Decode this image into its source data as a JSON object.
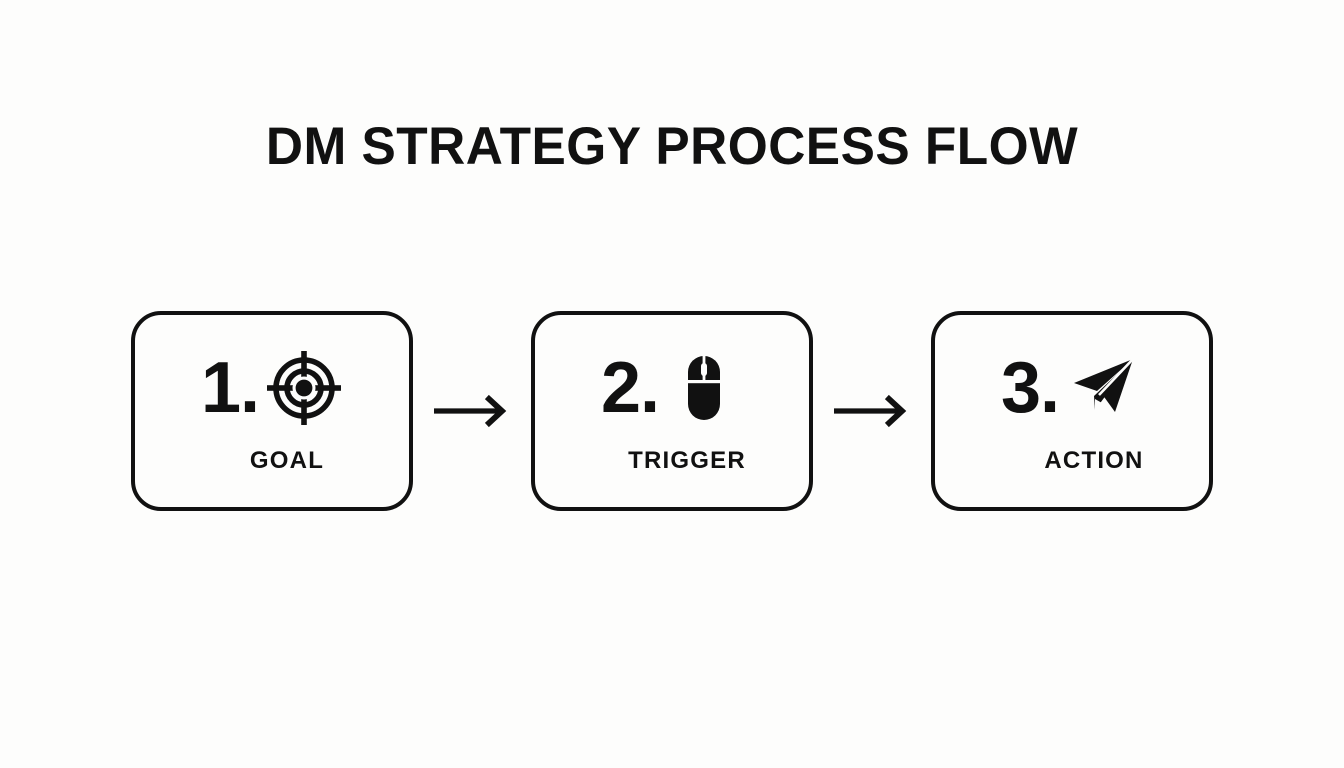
{
  "slide": {
    "title": "DM STRATEGY PROCESS FLOW",
    "background_color": "#fdfdfc",
    "ink_color": "#111111"
  },
  "flow": {
    "steps": [
      {
        "number": "1.",
        "label": "GOAL",
        "icon": "crosshair-target-icon"
      },
      {
        "number": "2.",
        "label": "TRIGGER",
        "icon": "computer-mouse-icon"
      },
      {
        "number": "3.",
        "label": "ACTION",
        "icon": "paper-plane-send-icon"
      }
    ],
    "connectors": [
      {
        "icon": "arrow-right-icon"
      },
      {
        "icon": "arrow-right-icon"
      }
    ]
  }
}
